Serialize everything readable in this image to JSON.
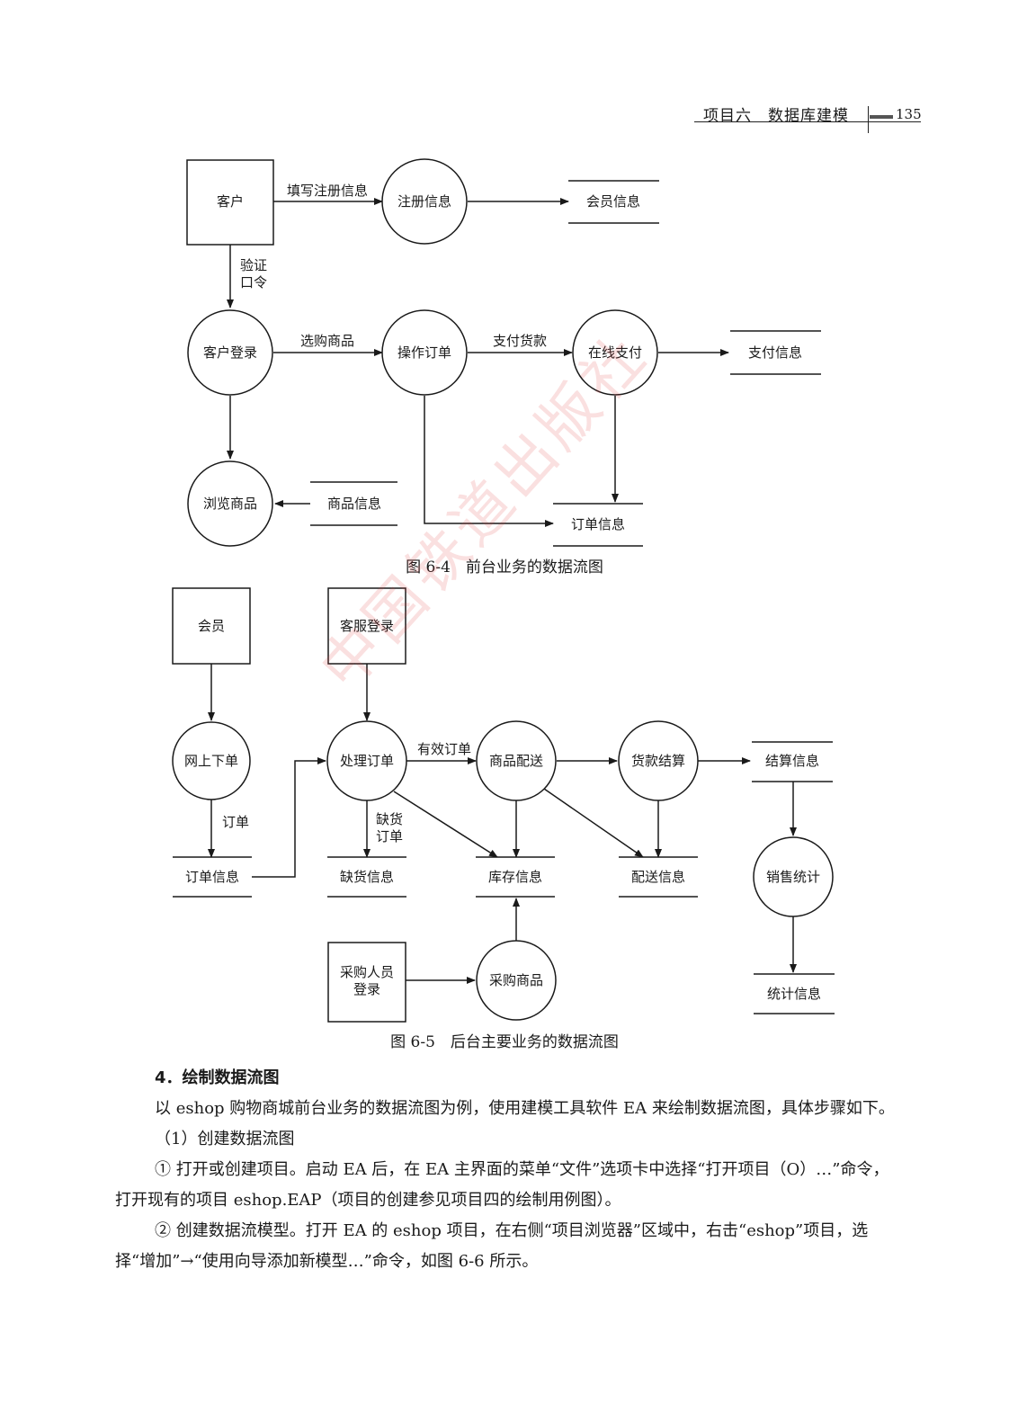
{
  "header": {
    "running_title": "项目六　数据库建模",
    "page_number": "135"
  },
  "figure_6_4": {
    "caption": "图 6-4　前台业务的数据流图",
    "entities": {
      "customer": "客户"
    },
    "processes": {
      "register": "注册信息",
      "login": "客户登录",
      "order": "操作订单",
      "pay": "在线支付",
      "browse": "浏览商品"
    },
    "stores": {
      "member": "会员信息",
      "payment": "支付信息",
      "goods": "商品信息",
      "order_info": "订单信息"
    },
    "flows": {
      "fill_register": "填写注册信息",
      "verify_1": "验证",
      "verify_2": "口令",
      "select_goods": "选购商品",
      "pay_money": "支付货款"
    }
  },
  "figure_6_5": {
    "caption": "图 6-5　后台主要业务的数据流图",
    "entities": {
      "member": "会员",
      "cs_login": "客服登录",
      "buyer_1": "采购人员",
      "buyer_2": "登录"
    },
    "processes": {
      "online_order": "网上下单",
      "handle_order": "处理订单",
      "delivery": "商品配送",
      "settle": "货款结算",
      "sales_stats": "销售统计",
      "purchase": "采购商品"
    },
    "stores": {
      "order_info": "订单信息",
      "shortage_info": "缺货信息",
      "stock_info": "库存信息",
      "delivery_info": "配送信息",
      "settle_info": "结算信息",
      "stats_info": "统计信息"
    },
    "flows": {
      "order": "订单",
      "valid_order": "有效订单",
      "shortage_1": "缺货",
      "shortage_2": "订单"
    }
  },
  "watermark": "中国铁道出版社",
  "body": {
    "section_title": "4．绘制数据流图",
    "paragraphs": [
      "以 eshop 购物商城前台业务的数据流图为例，使用建模工具软件 EA 来绘制数据流图，具体步骤如下。",
      "（1）创建数据流图",
      "① 打开或创建项目。启动 EA 后，在 EA 主界面的菜单“文件”选项卡中选择“打开项目（O）…”命令，打开现有的项目 eshop.EAP（项目的创建参见项目四的绘制用例图）。",
      "② 创建数据流模型。打开 EA 的 eshop 项目，在右侧“项目浏览器”区域中，右击“eshop”项目，选择“增加”→“使用向导添加新模型…”命令，如图 6-6 所示。"
    ]
  }
}
